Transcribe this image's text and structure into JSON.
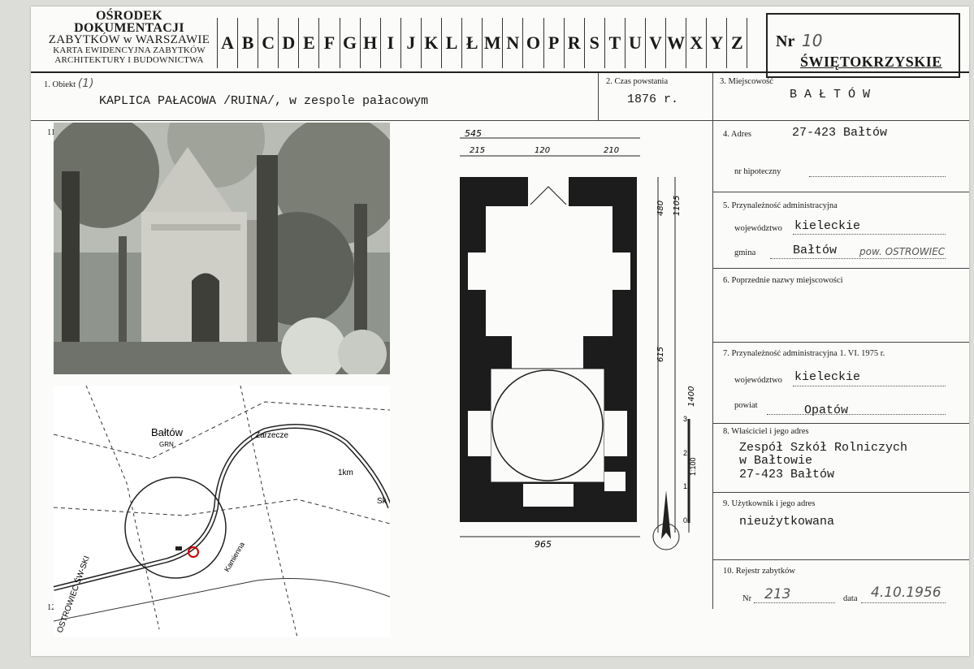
{
  "header": {
    "institution_line1": "OŚRODEK DOKUMENTACJI",
    "institution_line2": "ZABYTKÓW w WARSZAWIE",
    "institution_line3": "KARTA EWIDENCYJNA ZABYTKÓW",
    "institution_line4": "ARCHITEKTURY I BUDOWNICTWA",
    "letters": [
      "A",
      "B",
      "C",
      "D",
      "E",
      "F",
      "G",
      "H",
      "I",
      "J",
      "K",
      "L",
      "Ł",
      "M",
      "N",
      "O",
      "P",
      "R",
      "S",
      "T",
      "U",
      "V",
      "W",
      "X",
      "Y",
      "Z"
    ],
    "nr_label": "Nr",
    "nr_value": "10",
    "region": "ŚWIĘTOKRZYSKIE"
  },
  "row1": {
    "obiekt_label": "1. Obiekt",
    "obiekt_num": "(1)",
    "obiekt_value": "KAPLICA PAŁACOWA /RUINA/, w zespole pałacowym",
    "czas_label": "2. Czas powstania",
    "czas_value": "1876 r.",
    "miejsc_label": "3. Miejscowość",
    "miejsc_value": "B A Ł T Ó W"
  },
  "side_mark": "11",
  "side_mark2": "12",
  "fields": {
    "adres_label": "4. Adres",
    "adres_value": "27-423 Bałtów",
    "hipoteczny_label": "nr hipoteczny",
    "przyn_label": "5. Przynależność administracyjna",
    "woj_label": "województwo",
    "woj_value": "kieleckie",
    "gmina_label": "gmina",
    "gmina_value": "Bałtów",
    "gmina_hand": "pow. OSTROWIEC",
    "poprz_label": "6. Poprzednie nazwy miejscowości",
    "przyn75_label": "7. Przynależność administracyjna 1. VI. 1975 r.",
    "woj75_label": "województwo",
    "woj75_value": "kieleckie",
    "powiat_label": "powiat",
    "powiat_value": "Opatów",
    "wlasc_label": "8. Właściciel i jego adres",
    "wlasc_l1": "Zespół Szkół Rolniczych",
    "wlasc_l2": "w Bałtowie",
    "wlasc_l3": "27-423 Bałtów",
    "uzytk_label": "9. Użytkownik i jego adres",
    "uzytk_value": "nieużytkowana",
    "rejestr_label": "10. Rejestr zabytków",
    "nr_label": "Nr",
    "nr_value": "213",
    "data_label": "data",
    "data_value": "4.10.1956"
  },
  "plan": {
    "dim_top": "545",
    "dim_a": "215",
    "dim_b": "120",
    "dim_c": "210",
    "dim_r1": "480",
    "dim_r2": "1105",
    "dim_r3": "615",
    "dim_total": "1400",
    "dim_bottom": "965",
    "scale_0": "0",
    "scale_1": "1",
    "scale_2": "2",
    "scale_3": "3",
    "scale_text": "1:100"
  },
  "map": {
    "town": "Bałtów",
    "grn": "GRN",
    "zarzecze": "Zarzecze",
    "km": "1km",
    "sk": "Sk",
    "river": "Kamienna",
    "road": "OSTROWIEC ŚW-SKI"
  }
}
